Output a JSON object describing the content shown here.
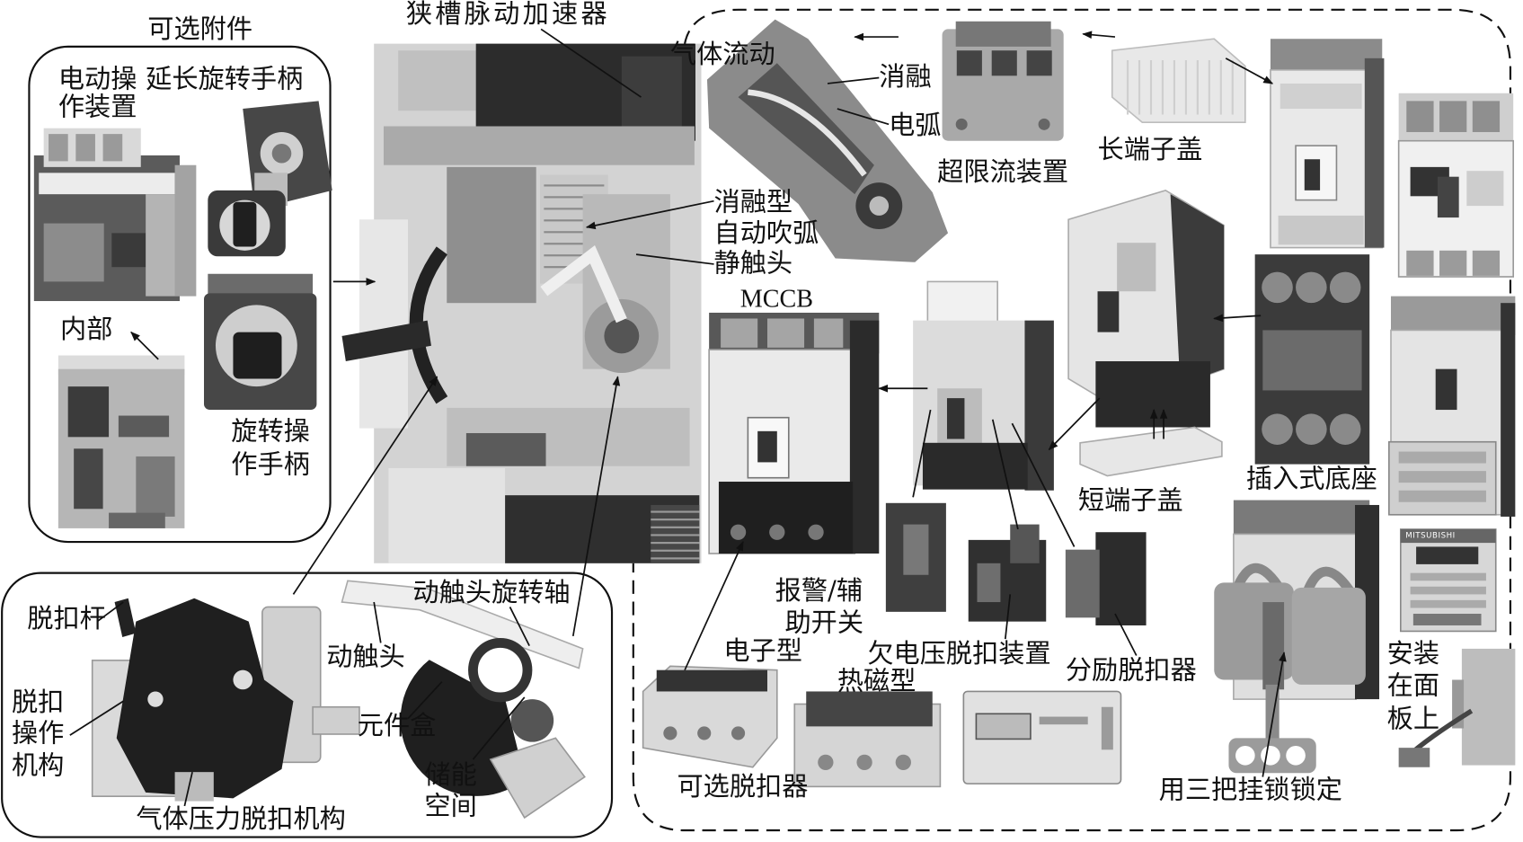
{
  "labels": {
    "optional_accessories": "可选附件",
    "slot_pulse_accelerator": "狭槽脉动加速器",
    "motor_operator": [
      "电动操",
      "作装置"
    ],
    "extended_rotary_handle": "延长旋转手柄",
    "gas_flow": "气体流动",
    "ablation": "消融",
    "arc": "电弧",
    "ultra_current_limiter": "超限流装置",
    "long_terminal_cover": "长端子盖",
    "ablation_auto_arc_blowing": [
      "消融型",
      "自动吹弧"
    ],
    "fixed_contact": "静触头",
    "mccb": "MCCB",
    "internal": "内部",
    "rotary_handle": [
      "旋转操",
      "作手柄"
    ],
    "plug_in_base": "插入式底座",
    "short_terminal_cover": "短端子盖",
    "alarm_aux_switch": [
      "报警/辅",
      "助开关"
    ],
    "electronic_type": "电子型",
    "undervoltage_trip": "欠电压脱扣装置",
    "shunt_trip": "分励脱扣器",
    "thermal_magnetic_type": "热磁型",
    "optional_trip_units": "可选脱扣器",
    "three_padlocks": "用三把挂锁锁定",
    "panel_mounted": [
      "安装",
      "在面",
      "板上"
    ],
    "trip_lever": "脱扣杆",
    "trip_mechanism": [
      "脱扣",
      "操作",
      "机构"
    ],
    "moving_contact_shaft": "动触头旋转轴",
    "moving_contact": "动触头",
    "component_box": "元件盒",
    "energy_storage_space": [
      "储能",
      "空间"
    ],
    "gas_pressure_trip": "气体压力脱扣机构"
  },
  "photo_text": {
    "controller_brand": "MITSUBISHI"
  },
  "colors": {
    "line": "#111111",
    "background": "#ffffff"
  }
}
